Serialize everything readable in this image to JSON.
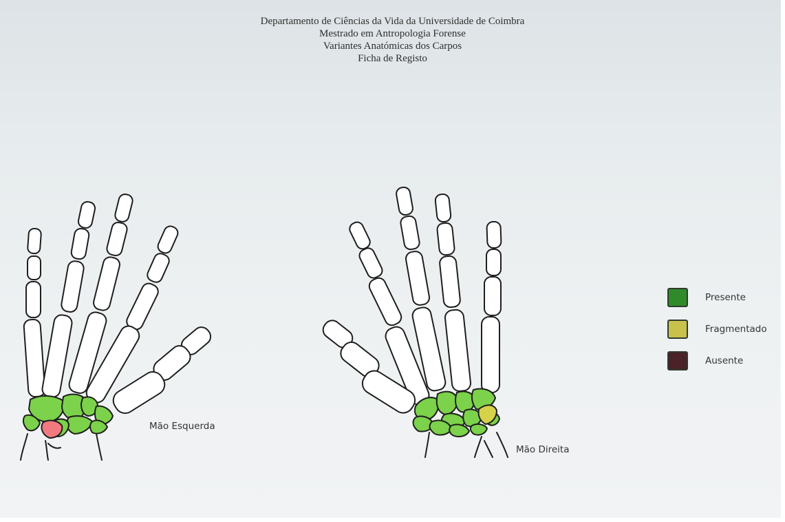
{
  "header": {
    "line1": "Departamento de Ciências da Vida da Universidade de Coimbra",
    "line2": "Mestrado em Antropologia Forense",
    "line3": "Variantes Anatómicas dos Carpos",
    "line4": "Ficha de Registo"
  },
  "hands": {
    "left_label": "Mão Esquerda",
    "right_label": "Mão Direita"
  },
  "legend": {
    "items": [
      {
        "label": "Presente",
        "color": "#2f8a2a"
      },
      {
        "label": "Fragmentado",
        "color": "#c8c24a"
      },
      {
        "label": "Ausente",
        "color": "#4a2228"
      }
    ]
  },
  "colors": {
    "carpal_present": "#7cd24a",
    "carpal_fragmented": "#d6d24a",
    "carpal_absent": "#f07a80",
    "bone_outline": "#1e1e1e"
  }
}
